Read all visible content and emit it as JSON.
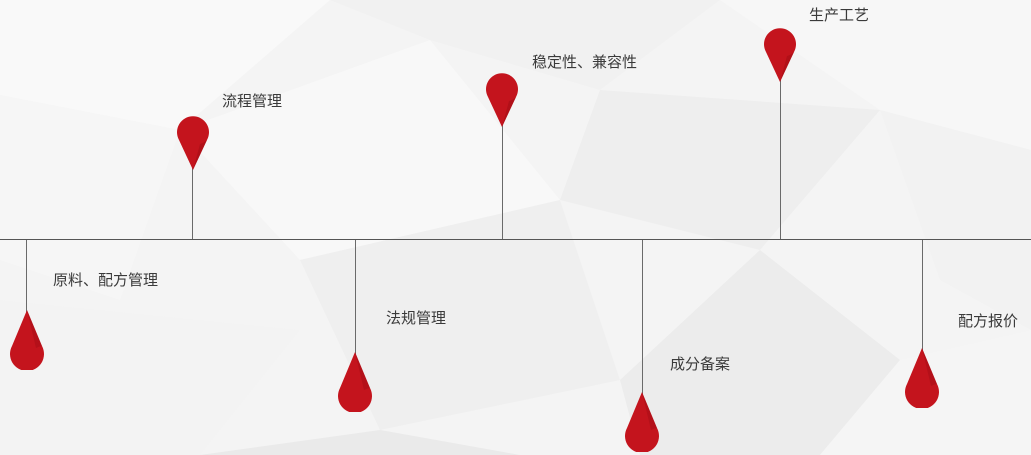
{
  "colors": {
    "marker": "#c4141d",
    "marker_dark": "#8e0a10",
    "axis": "#555555",
    "text": "#3a3a3a"
  },
  "milestones_above": [
    {
      "label": "流程管理"
    },
    {
      "label": "稳定性、兼容性"
    },
    {
      "label": "生产工艺"
    }
  ],
  "milestones_below": [
    {
      "label": "原料、配方管理"
    },
    {
      "label": "法规管理"
    },
    {
      "label": "成分备案"
    },
    {
      "label": "配方报价"
    }
  ]
}
